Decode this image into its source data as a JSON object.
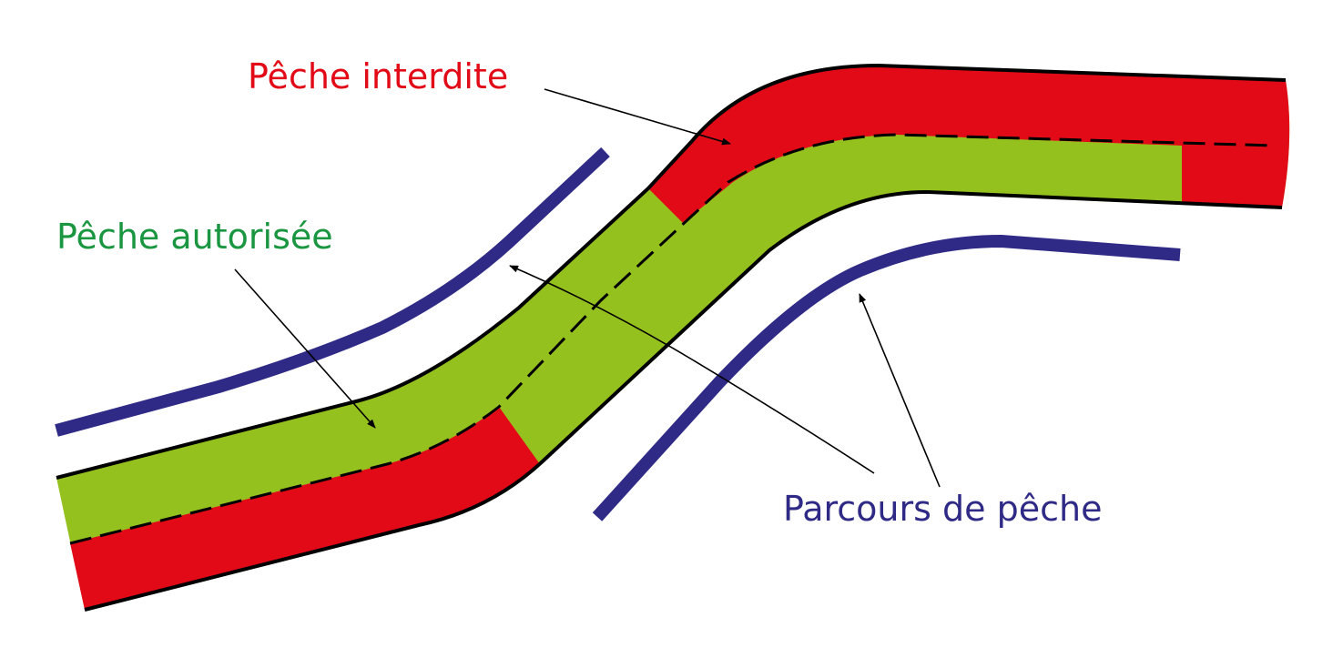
{
  "labels": {
    "forbidden": "Pêche interdite",
    "allowed": "Pêche autorisée",
    "route": "Parcours de pêche"
  },
  "colors": {
    "forbidden": "#e20a17",
    "allowed": "#95c11f",
    "route": "#2f2a85",
    "label_allowed": "#1a9641",
    "outline": "#000000"
  }
}
